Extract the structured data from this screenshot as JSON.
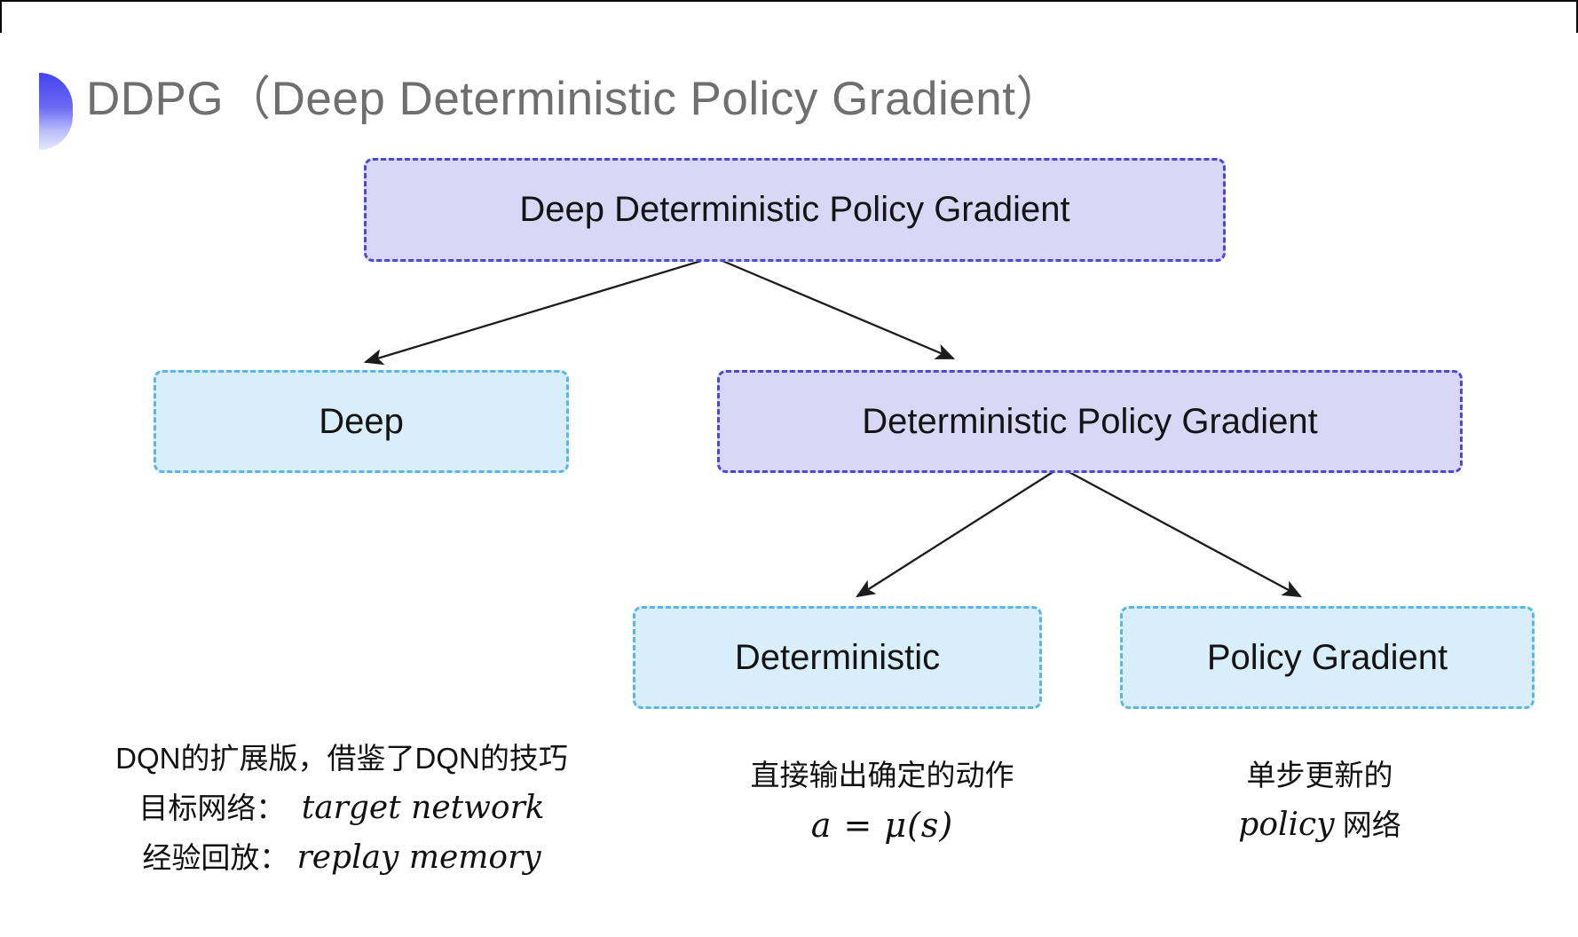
{
  "title": "DDPG（Deep Deterministic Policy Gradient）",
  "tree": {
    "root": {
      "label": "Deep Deterministic Policy Gradient"
    },
    "children": [
      {
        "label": "Deep"
      },
      {
        "label": "Deterministic Policy Gradient"
      }
    ],
    "grandchildren": [
      {
        "label": "Deterministic"
      },
      {
        "label": "Policy Gradient"
      }
    ]
  },
  "notes": {
    "deep": {
      "line1": "DQN的扩展版，借鉴了DQN的技巧",
      "line2_label": "目标网络：",
      "line2_value": "target network",
      "line3_label": "经验回放：",
      "line3_value": "replay memory"
    },
    "deterministic": {
      "line1": "直接输出确定的动作",
      "formula": "a = μ(s)"
    },
    "policy_gradient": {
      "line1": "单步更新的",
      "line2_italic": "policy",
      "line2_rest": " 网络"
    }
  },
  "colors": {
    "purple_fill": "#d9d6f6",
    "purple_border": "#4a49d3",
    "cyan_fill": "#d8eefb",
    "cyan_border": "#5cb6e4",
    "title_gray": "#6f6f6f",
    "ink": "#1c1c1c",
    "bullet_blue": "#4343ee"
  }
}
